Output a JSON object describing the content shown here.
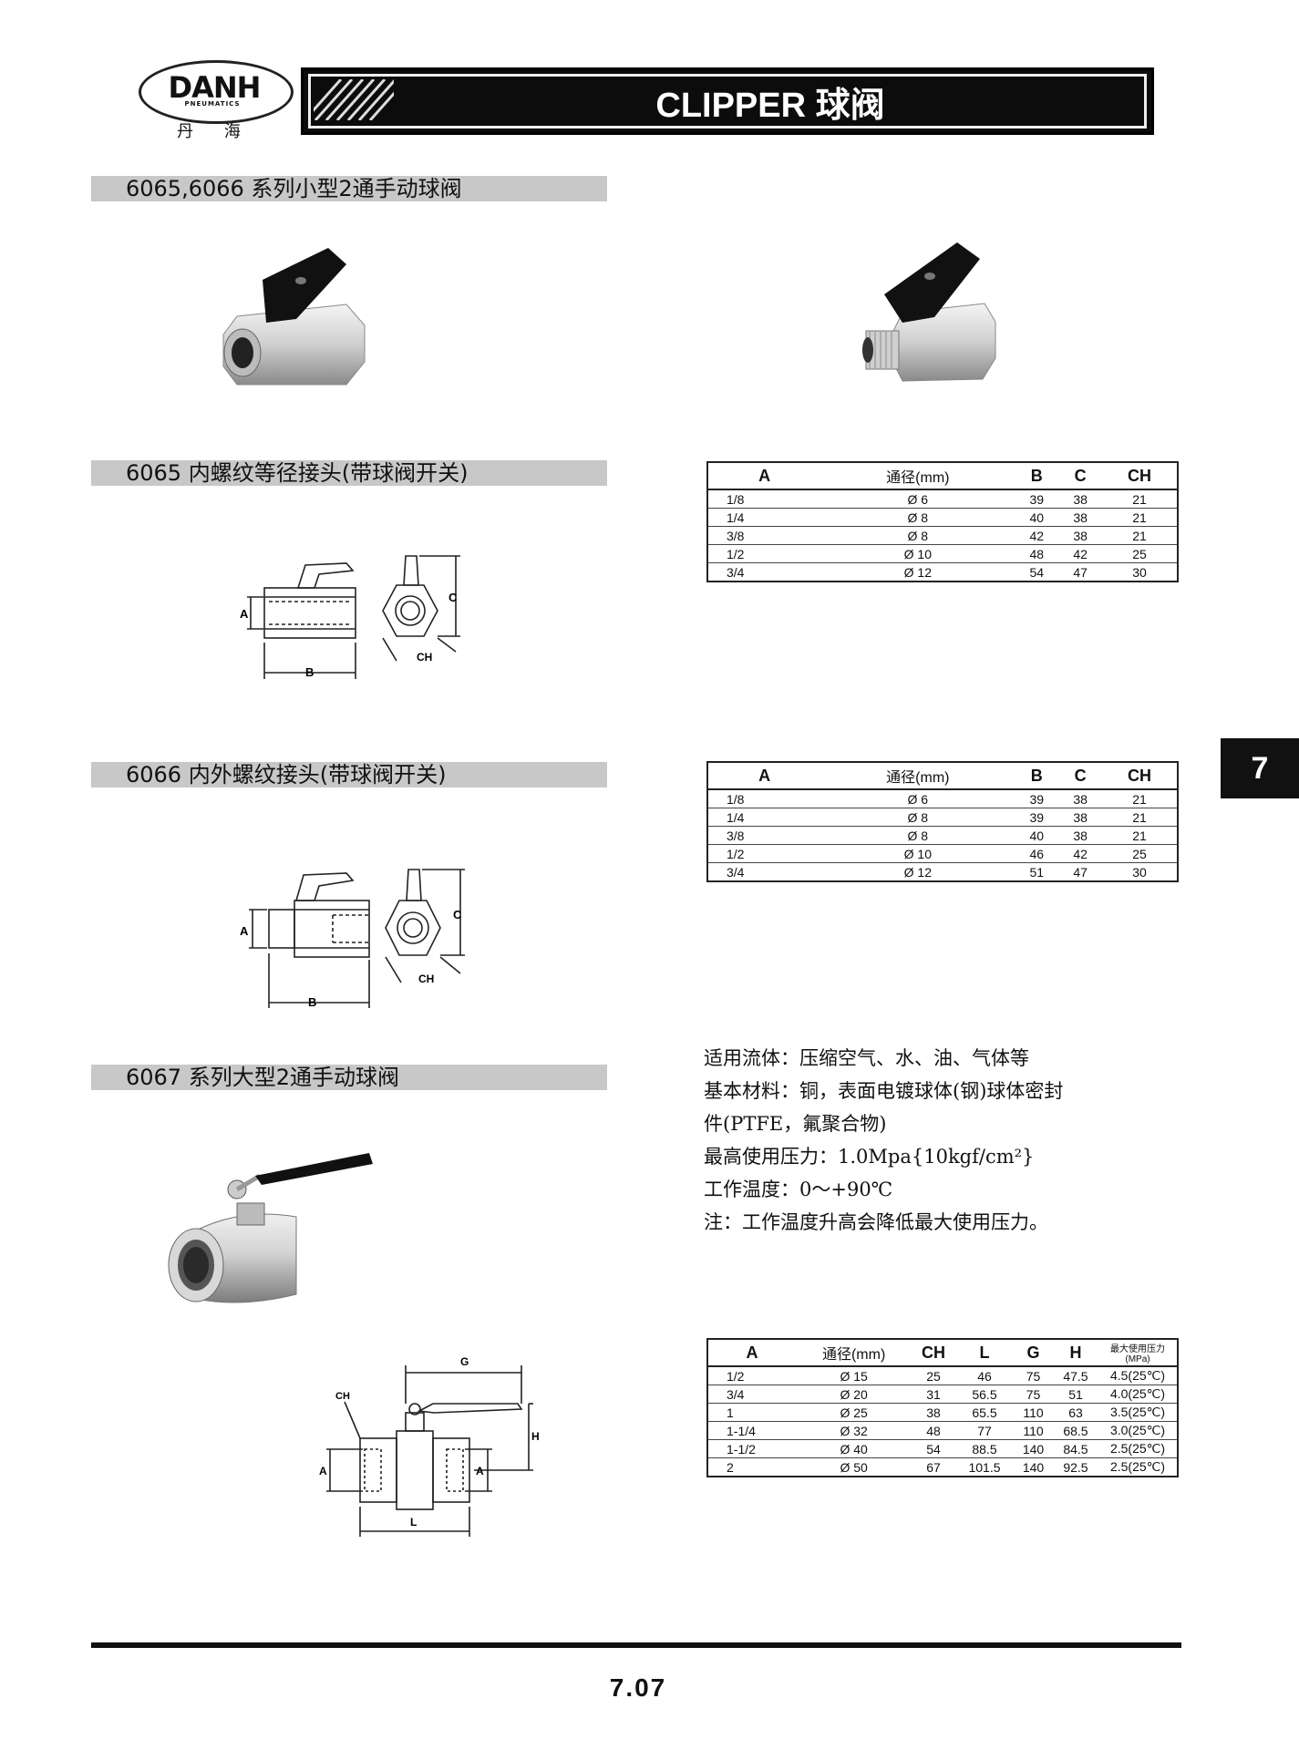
{
  "header": {
    "logo_text": "DANH",
    "logo_sub": "PNEUMATICS",
    "logo_cn": "丹 海",
    "title": "CLIPPER  球阀"
  },
  "sections": {
    "s1": "6065,6066   系列小型2通手动球阀",
    "s2": "6065  内螺纹等径接头(带球阀开关)",
    "s3": "6066  内外螺纹接头(带球阀开关)",
    "s4": "6067  系列大型2通手动球阀"
  },
  "table_6065": {
    "headers": [
      "A",
      "通径(mm)",
      "B",
      "C",
      "CH"
    ],
    "rows": [
      [
        "1/8",
        "Ø 6",
        "39",
        "38",
        "21"
      ],
      [
        "1/4",
        "Ø 8",
        "40",
        "38",
        "21"
      ],
      [
        "3/8",
        "Ø 8",
        "42",
        "38",
        "21"
      ],
      [
        "1/2",
        "Ø 10",
        "48",
        "42",
        "25"
      ],
      [
        "3/4",
        "Ø 12",
        "54",
        "47",
        "30"
      ]
    ]
  },
  "table_6066": {
    "headers": [
      "A",
      "通径(mm)",
      "B",
      "C",
      "CH"
    ],
    "rows": [
      [
        "1/8",
        "Ø 6",
        "39",
        "38",
        "21"
      ],
      [
        "1/4",
        "Ø 8",
        "39",
        "38",
        "21"
      ],
      [
        "3/8",
        "Ø 8",
        "40",
        "38",
        "21"
      ],
      [
        "1/2",
        "Ø 10",
        "46",
        "42",
        "25"
      ],
      [
        "3/4",
        "Ø 12",
        "51",
        "47",
        "30"
      ]
    ]
  },
  "table_6067": {
    "headers": [
      "A",
      "通径(mm)",
      "CH",
      "L",
      "G",
      "H",
      "最大使用压力(MPa)"
    ],
    "rows": [
      [
        "1/2",
        "Ø 15",
        "25",
        "46",
        "75",
        "47.5",
        "4.5(25℃)"
      ],
      [
        "3/4",
        "Ø 20",
        "31",
        "56.5",
        "75",
        "51",
        "4.0(25℃)"
      ],
      [
        "1",
        "Ø 25",
        "38",
        "65.5",
        "110",
        "63",
        "3.5(25℃)"
      ],
      [
        "1-1/4",
        "Ø 32",
        "48",
        "77",
        "110",
        "68.5",
        "3.0(25℃)"
      ],
      [
        "1-1/2",
        "Ø 40",
        "54",
        "88.5",
        "140",
        "84.5",
        "2.5(25℃)"
      ],
      [
        "2",
        "Ø 50",
        "67",
        "101.5",
        "140",
        "92.5",
        "2.5(25℃)"
      ]
    ]
  },
  "specs": {
    "fluid": "适用流体：压缩空气、水、油、气体等",
    "material_1": "基本材料：铜，表面电镀球体(钢)球体密封",
    "material_2": "件(PTFE，氟聚合物)",
    "pressure": "最高使用压力：1.0Mpa{10kgf/cm²}",
    "temperature": "工作温度：0～+90℃",
    "note": "注：工作温度升高会降低最大使用压力。"
  },
  "diagram_labels": {
    "a": "A",
    "b": "B",
    "c": "C",
    "ch": "CH",
    "g": "G",
    "h": "H",
    "l": "L"
  },
  "side_tab": "7",
  "page_number": "7.07"
}
